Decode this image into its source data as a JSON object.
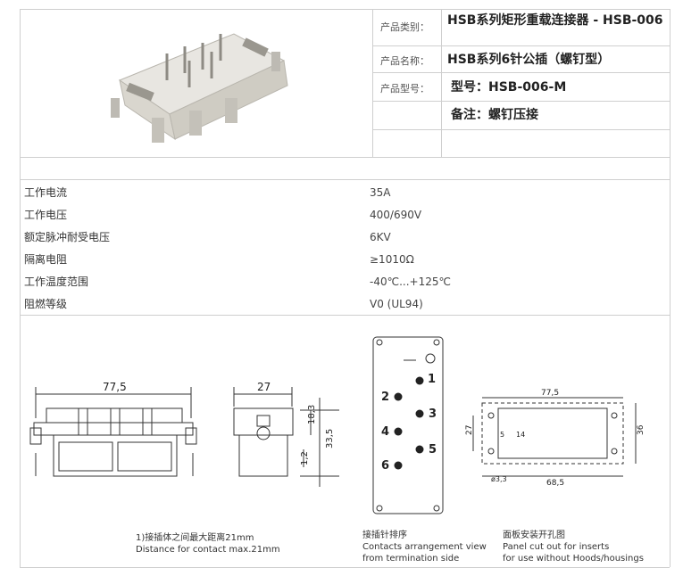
{
  "product": {
    "category_label": "产品类别：",
    "category_value": "HSB系列矩形重载连接器 - HSB-006",
    "name_label": "产品名称：",
    "name_value": "HSB系列6针公插（螺钉型）",
    "model_label": "产品型号：",
    "model_value": "型号：HSB-006-M",
    "note_value": "备注：螺钉压接"
  },
  "specs": [
    {
      "key": "工作电流",
      "value": "35A"
    },
    {
      "key": "工作电压",
      "value": "400/690V"
    },
    {
      "key": "额定脉冲耐受电压",
      "value": "6KV"
    },
    {
      "key": "隔离电阻",
      "value": "≥1010Ω"
    },
    {
      "key": "工作温度范围",
      "value": "-40℃...+125℃"
    },
    {
      "key": "阻燃等级",
      "value": "V0 (UL94)"
    }
  ],
  "drawing": {
    "dim_width": "77,5",
    "dim_side": "27",
    "dim_h1": "18,3",
    "dim_h2": "33,5",
    "dim_h3": "1,2",
    "pin_labels": [
      "1",
      "2",
      "3",
      "4",
      "5",
      "6"
    ],
    "panel_w_top": "77,5",
    "panel_h_right": "36",
    "panel_h_left": "27",
    "panel_small_a": "5",
    "panel_small_b": "14",
    "panel_bottom": "68,5",
    "panel_hole": "ø3,3"
  },
  "captions": {
    "distance_cn": "1)接插体之间最大距离21mm",
    "distance_en": "Distance for contact max.21mm",
    "arrangement_cn": "接插针排序",
    "arrangement_en1": "Contacts arrangement view",
    "arrangement_en2": "from termination side",
    "panel_cn": "面板安装开孔图",
    "panel_en1": "Panel cut out for inserts",
    "panel_en2": "for use without Hoods/housings"
  }
}
